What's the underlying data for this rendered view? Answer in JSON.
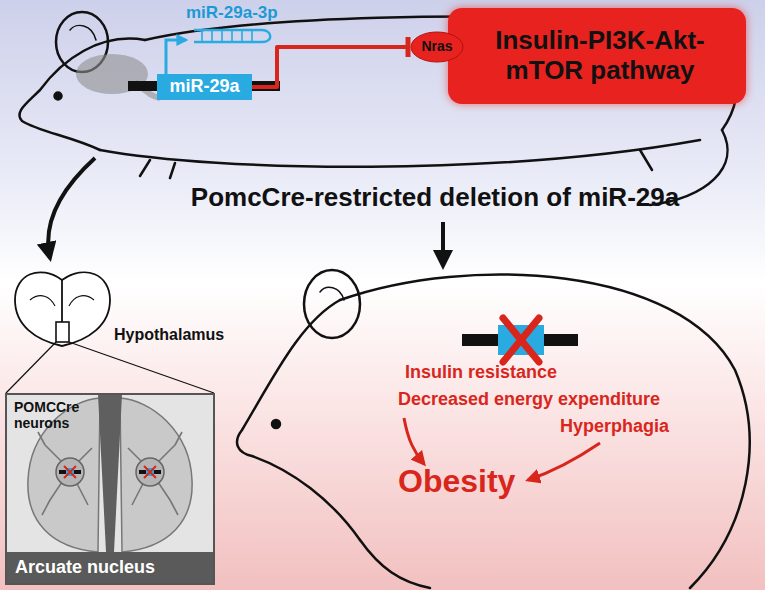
{
  "diagram": {
    "title": "PomcCre-restricted deletion of miR-29a",
    "nodes": [
      {
        "text": [
          "miR-29a"
        ]
      },
      {
        "text": [
          "Nras"
        ]
      },
      {
        "text": [
          "Insulin-PI3K-Akt-mTOR pathway"
        ]
      },
      {
        "text": [
          "Arcuate nucleus"
        ]
      }
    ],
    "edges": [
      {
        "from": 0,
        "to": 1,
        "arrow": "to"
      }
    ],
    "labels": [
      "miR-29a-3p",
      "Hypothalamus",
      "POMCCre neurons",
      "Insulin resistance",
      "Decreased energy expenditure",
      "Hyperphagia",
      "Obesity"
    ]
  }
}
